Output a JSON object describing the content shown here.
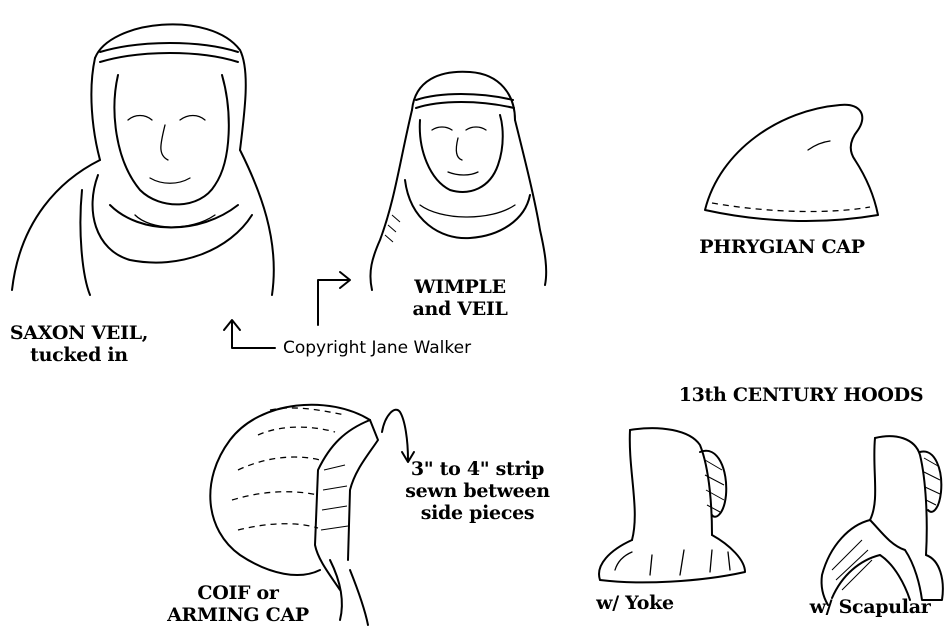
{
  "labels": {
    "saxon_veil": [
      "SAXON VEIL,",
      "tucked in"
    ],
    "wimple_veil": [
      "WIMPLE",
      "and VEIL"
    ],
    "phrygian_cap": "PHRYGIAN CAP",
    "copyright": "Copyright Jane Walker",
    "hoods_title": "13th CENTURY HOODS",
    "strip_note": [
      "3\" to 4\" strip",
      "sewn between",
      "side pieces"
    ],
    "coif": [
      "COIF or",
      "ARMING CAP"
    ],
    "yoke": "w/ Yoke",
    "scapular": "w/ Scapular"
  }
}
